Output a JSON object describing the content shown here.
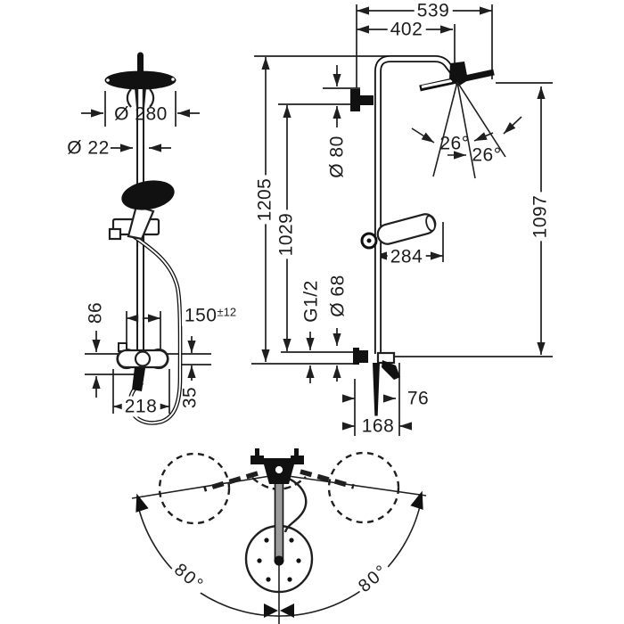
{
  "page": {
    "background": "#ffffff",
    "line_color": "#1f1f1f"
  },
  "front_view": {
    "dia_head": "Ø 280",
    "dia_pipe": "Ø 22",
    "dim_rail": "86",
    "dim_connect": "150",
    "dim_connect_tol": "±12",
    "dim_offset": "35",
    "dim_width": "218"
  },
  "side_view": {
    "dim_reach_total": "539",
    "dim_reach_arm": "402",
    "dim_height_total": "1205",
    "dim_height_bracket": "1029",
    "dia_escutcheon": "Ø 80",
    "angle_spray_left": "26°",
    "angle_spray_right": "26°",
    "dim_handshower": "284",
    "thread": "G1/2",
    "dia_mixer_escutcheon": "Ø 68",
    "dim_height_head": "1097",
    "dim_depth_lever": "76",
    "dim_depth_total": "168"
  },
  "top_view": {
    "angle_swivel_left": "80°",
    "angle_swivel_right": "80°"
  }
}
